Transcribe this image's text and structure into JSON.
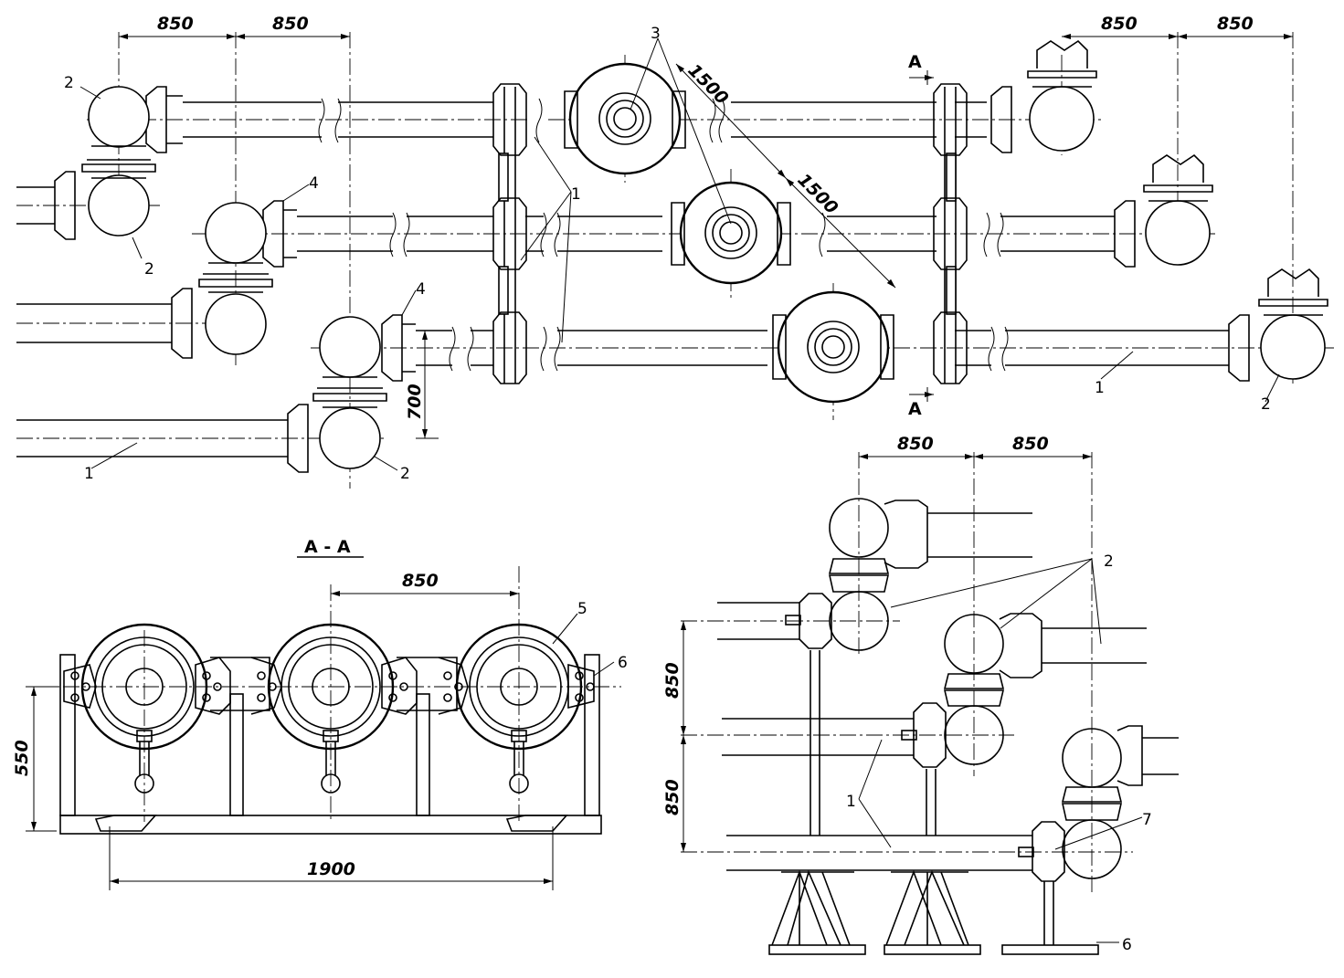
{
  "dimensions": {
    "top_left_850_a": "850",
    "top_left_850_b": "850",
    "top_right_850_a": "850",
    "top_right_850_b": "850",
    "diag_1500_a": "1500",
    "diag_1500_b": "1500",
    "vert_700": "700",
    "iso_850_a": "850",
    "iso_850_b": "850",
    "iso_v_850_a": "850",
    "iso_v_850_b": "850",
    "sect_850": "850",
    "sect_550": "550",
    "sect_1900": "1900"
  },
  "section": {
    "title": "А - А",
    "mark_top": "А",
    "mark_bottom": "А"
  },
  "callouts": {
    "pipe": "1",
    "tee": "2",
    "compensator": "3",
    "flange": "4",
    "clamp": "5",
    "support": "6",
    "bracket": "7"
  }
}
